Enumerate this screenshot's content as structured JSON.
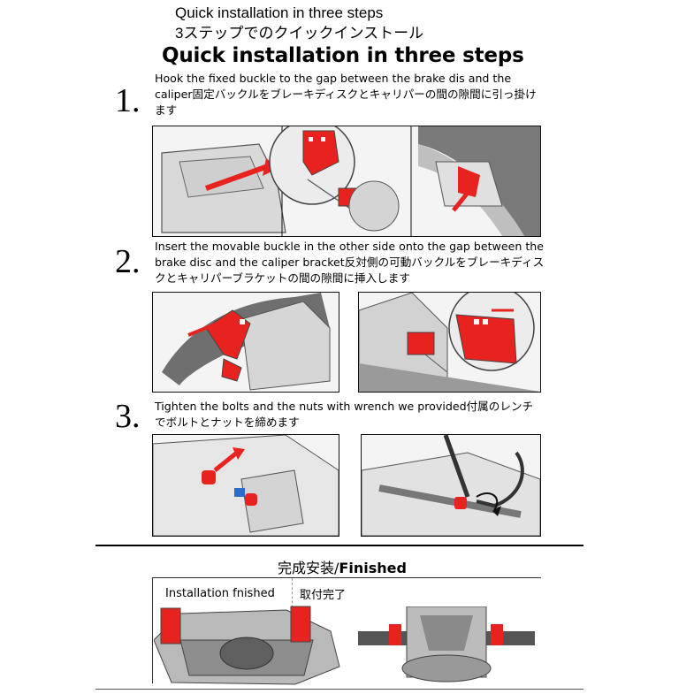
{
  "header": {
    "subtitle_en": "Quick installation in three steps",
    "subtitle_jp": "3ステップでのクイックインストール",
    "title": "Quick installation in three steps"
  },
  "steps": [
    {
      "number": "1.",
      "text": "Hook the fixed buckle to the gap between the brake dis and the caliper固定バックルをブレーキディスクとキャリパーの間の隙間に引っ掛けます"
    },
    {
      "number": "2.",
      "text": "Insert the movable buckle in the other side onto the gap between the brake disc and the caliper bracket反対側の可動バックルをブレーキディスクとキャリパーブラケットの間の隙間に挿入します"
    },
    {
      "number": "3.",
      "text": "Tighten the bolts and the nuts with wrench we provided付属のレンチでボルトとナットを締めます"
    }
  ],
  "finished": {
    "title_jp": "完成安装/",
    "title_en": "Finished",
    "label_en": "Installation fnished",
    "label_jp": "取付完了"
  },
  "colors": {
    "accent_red": "#e8231f",
    "line_gray": "#555555",
    "panel_bg": "#f3f3f3"
  }
}
